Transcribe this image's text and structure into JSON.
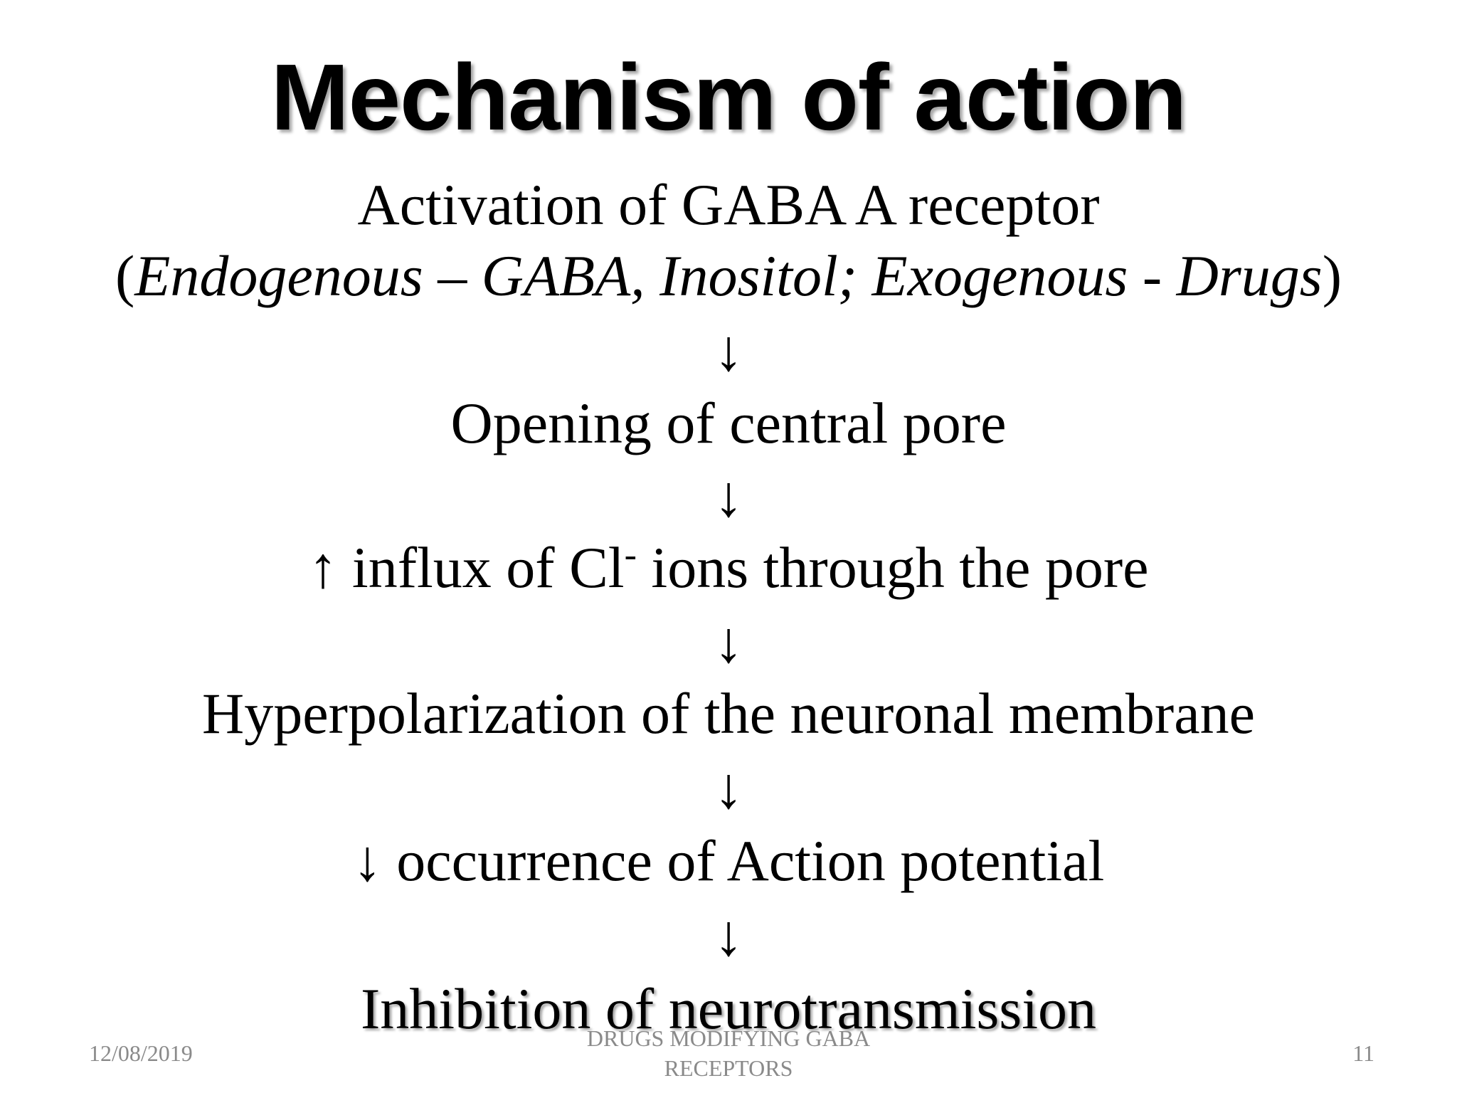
{
  "slide": {
    "title": "Mechanism of action",
    "steps": [
      {
        "text": "Activation of GABA A receptor"
      },
      {
        "open_paren": "(",
        "text": "Endogenous – GABA, Inositol; Exogenous - Drugs",
        "close_paren": ")"
      },
      {
        "text": "Opening of central pore"
      },
      {
        "prefix": "↑ influx of Cl",
        "superscript": "-",
        "suffix": " ions through the pore"
      },
      {
        "text": "Hyperpolarization of the neuronal membrane"
      },
      {
        "text": "↓ occurrence of Action potential"
      },
      {
        "text": "Inhibition of neurotransmission"
      }
    ],
    "arrow_symbol": "↓"
  },
  "footer": {
    "date": "12/08/2019",
    "center_line1": "DRUGS MODIFYING GABA",
    "center_line2": "RECEPTORS",
    "page_number": "11"
  }
}
